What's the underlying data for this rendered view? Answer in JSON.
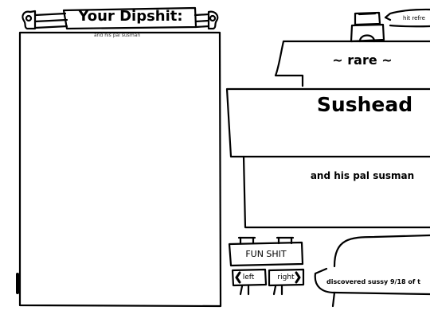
{
  "left_panel": {
    "title": "Your Dipshit:",
    "image_alt": "and his pal susman"
  },
  "hint": {
    "text": "hit refre"
  },
  "card": {
    "rarity": "~ rare ~",
    "name": "Sushead",
    "subtitle": "and his pal susman"
  },
  "fun_panel": {
    "title": "FUN SHIT",
    "left_label": "left",
    "right_label": "right"
  },
  "status": {
    "text": "discovered sussy 9/18 of t"
  },
  "colors": {
    "ink": "#000000",
    "paper": "#ffffff"
  }
}
